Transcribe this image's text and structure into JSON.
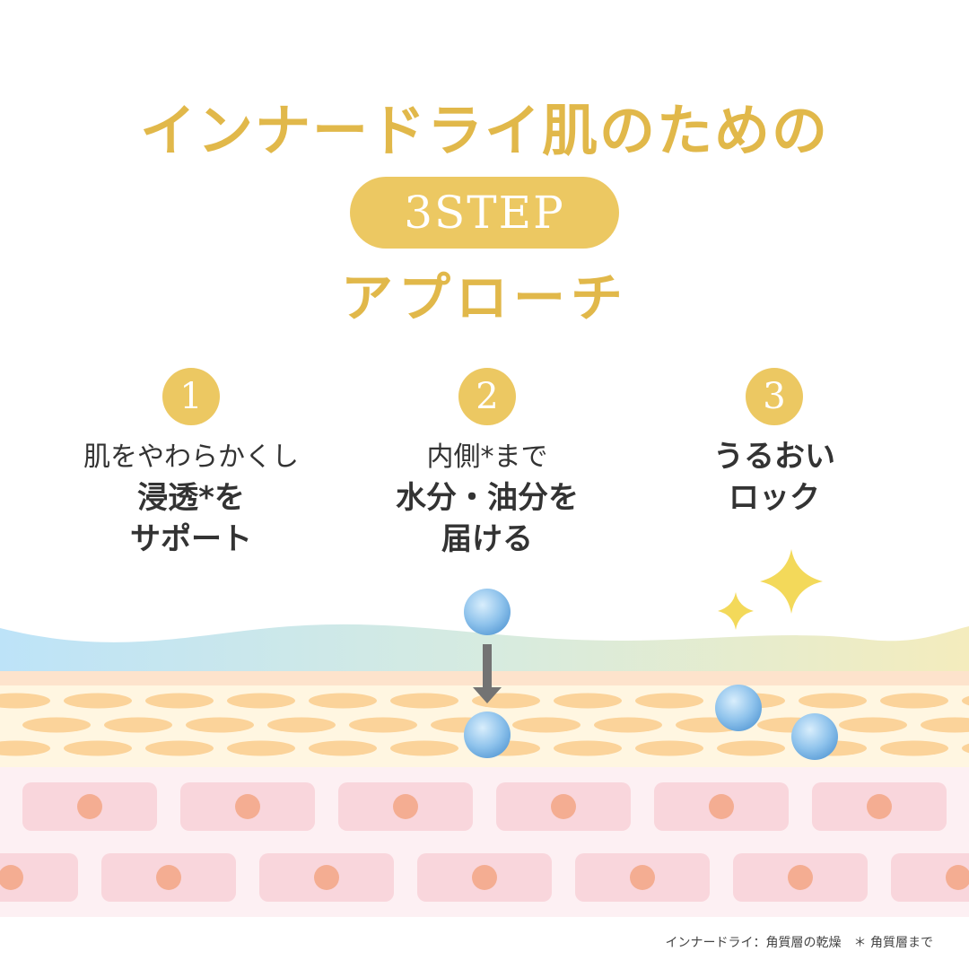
{
  "header": {
    "title": "インナードライ肌のための",
    "badge": "3STEP",
    "subtitle": "アプローチ"
  },
  "steps": [
    {
      "number": "1",
      "line1": "肌をやわらかくし",
      "bold": [
        "浸透*を",
        "サポート"
      ]
    },
    {
      "number": "2",
      "line1": "内側*まで",
      "bold": [
        "水分・油分を",
        "届ける"
      ]
    },
    {
      "number": "3",
      "line1": "",
      "bold": [
        "うるおい",
        "ロック"
      ]
    }
  ],
  "footnote": "インナードライ：角質層の乾燥　＊ 角質層まで",
  "colors": {
    "accent": "#e1b84a",
    "badge": "#ecc862",
    "oval": "#fbd39a",
    "cell": "#f9d6dc",
    "nucleus": "#f4ad92",
    "sparkle": "#f3d95a"
  }
}
